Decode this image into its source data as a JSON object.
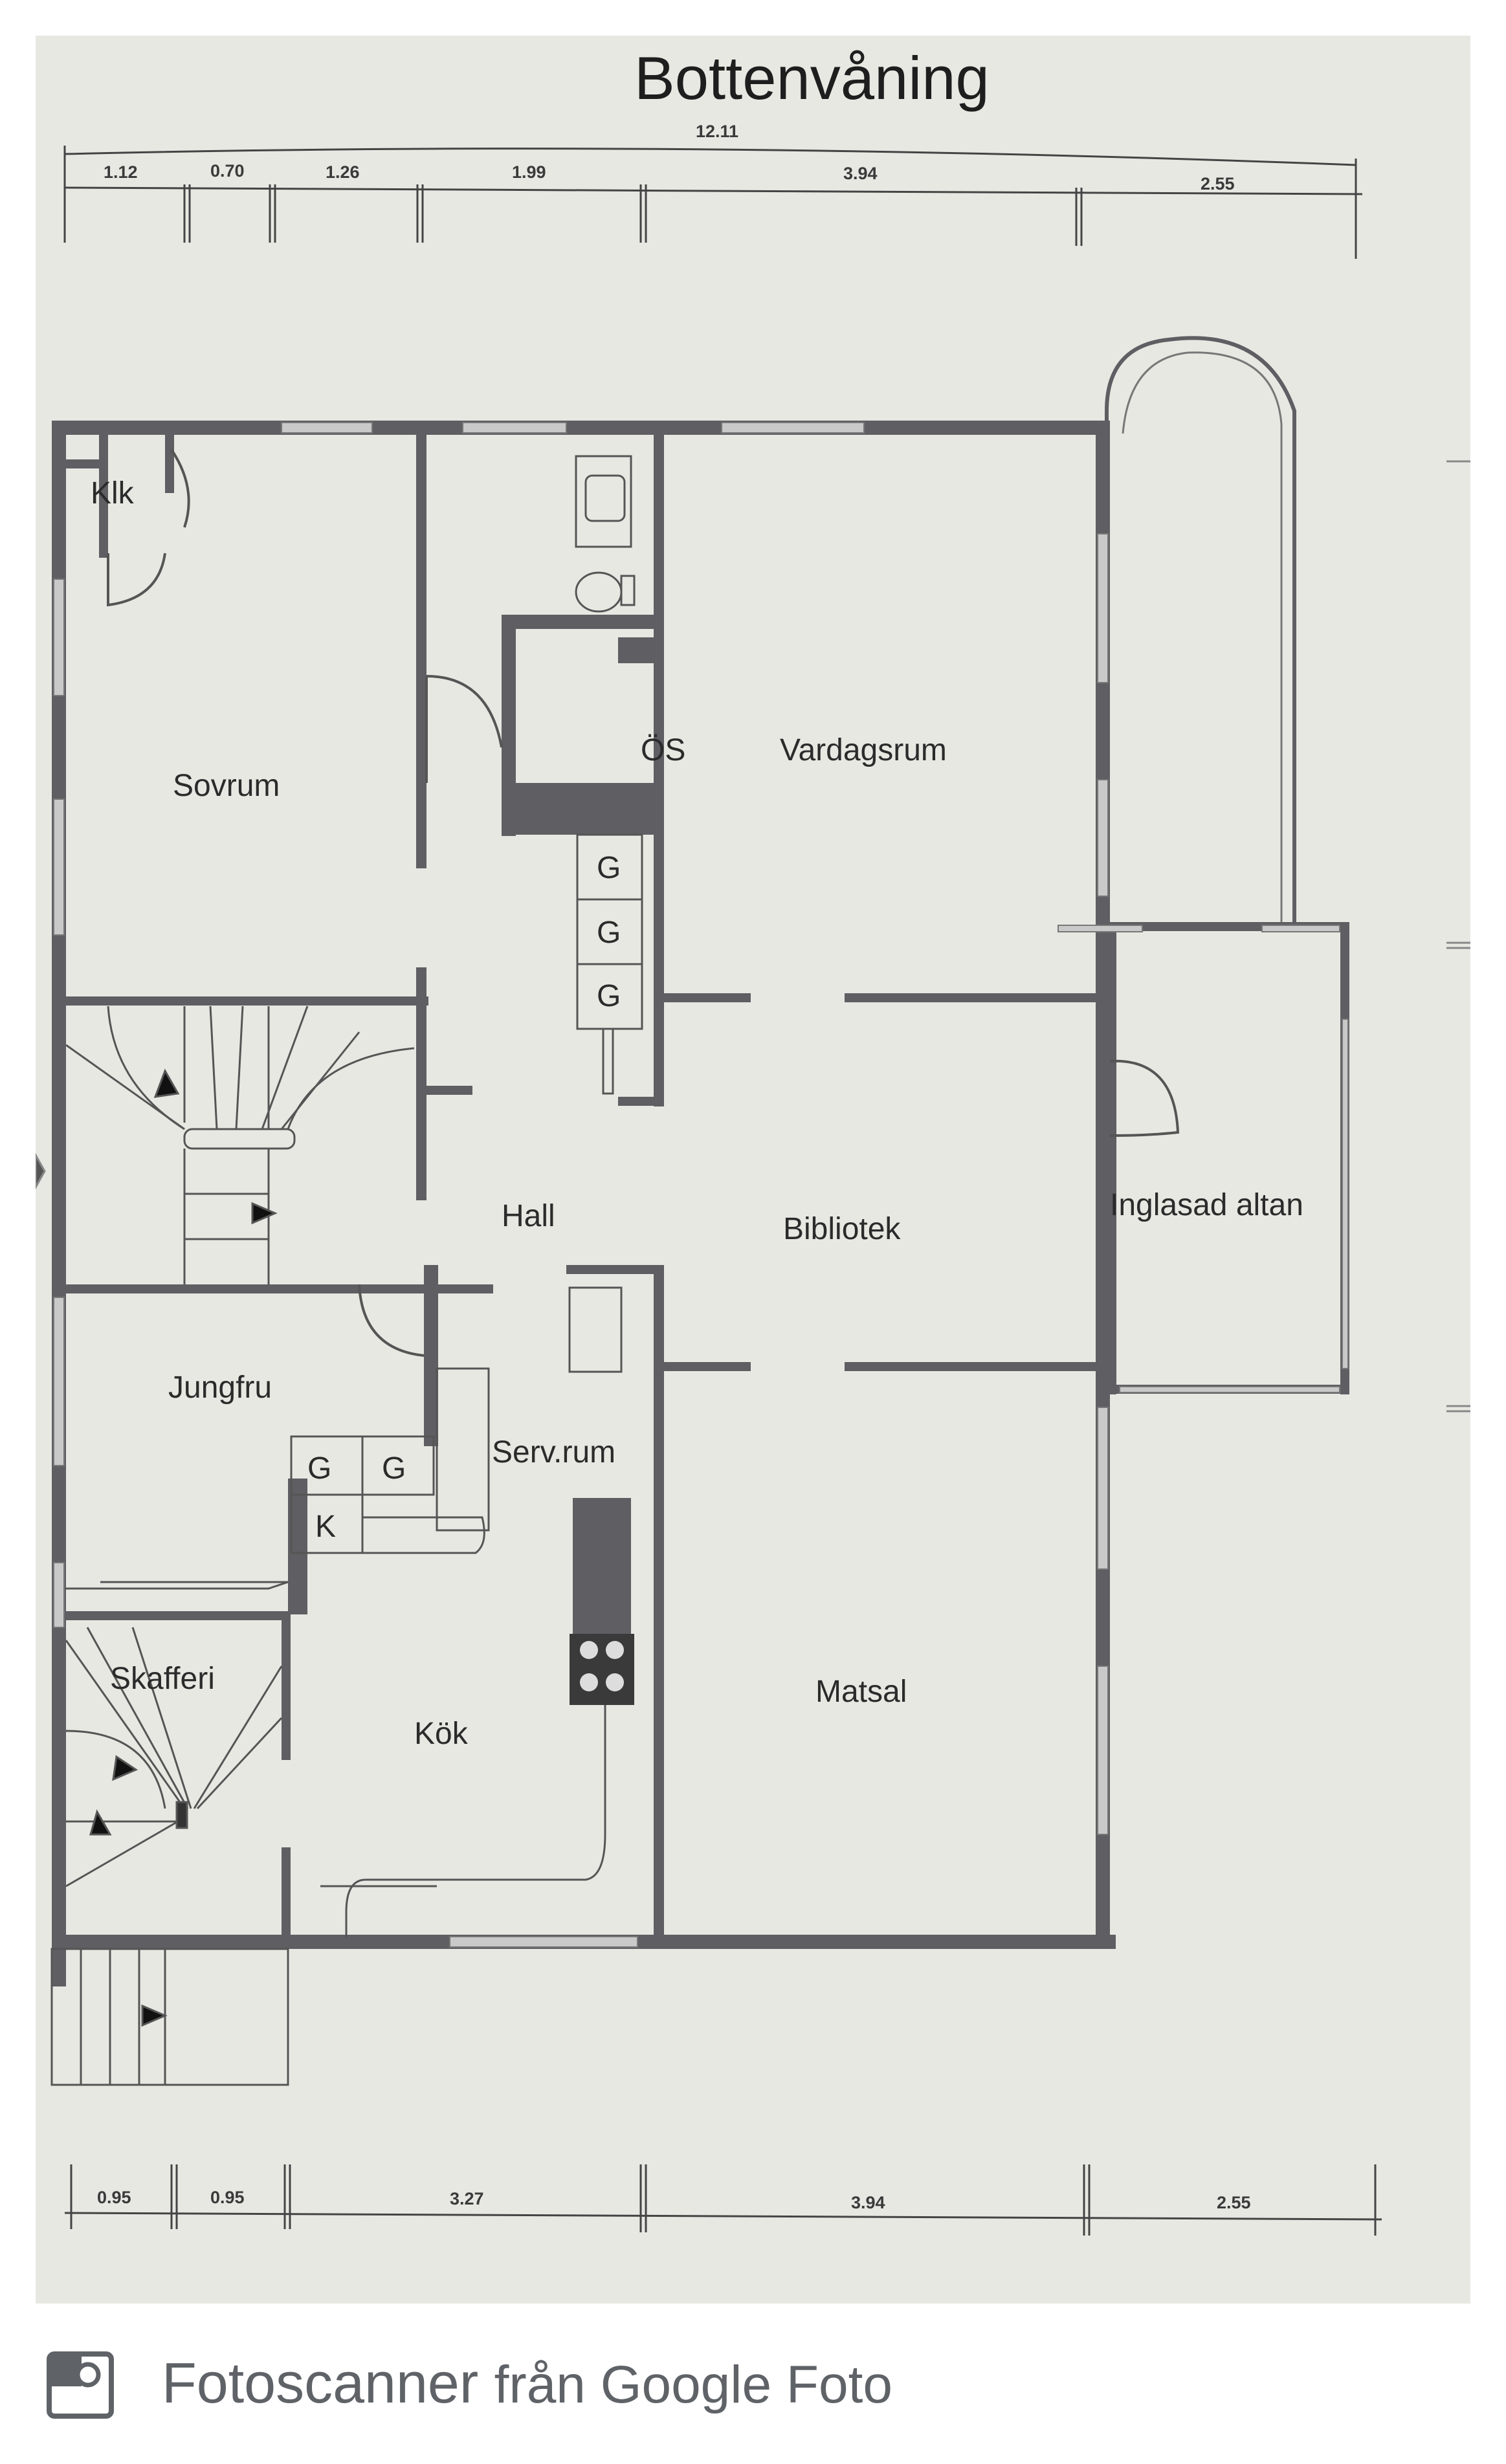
{
  "plan": {
    "title": "Bottenvåning",
    "overall_dimension": "12.11",
    "top_dimensions": [
      "1.12",
      "0.70",
      "1.26",
      "1.99",
      "3.94",
      "2.55"
    ],
    "bottom_dimensions": [
      "0.95",
      "0.95",
      "3.27",
      "3.94",
      "2.55"
    ],
    "rooms": {
      "klk": "Klk",
      "sovrum": "Sovrum",
      "os": "ÖS",
      "vardagsrum": "Vardagsrum",
      "hall": "Hall",
      "bibliotek": "Bibliotek",
      "inglasad_altan": "Inglasad altan",
      "jungfru": "Jungfru",
      "servrum": "Serv.rum",
      "skafferi": "Skafferi",
      "kok": "Kök",
      "matsal": "Matsal"
    },
    "cabinet_labels": {
      "g": "G",
      "k": "K"
    }
  },
  "footer": {
    "app_name": "Fotoscanner",
    "source": "från Google Foto",
    "icon": "fotoscanner-logo-icon"
  },
  "colors": {
    "sheet": "#e8e8e3",
    "wall": "#5e5e63",
    "footer_text": "#5f6368"
  }
}
